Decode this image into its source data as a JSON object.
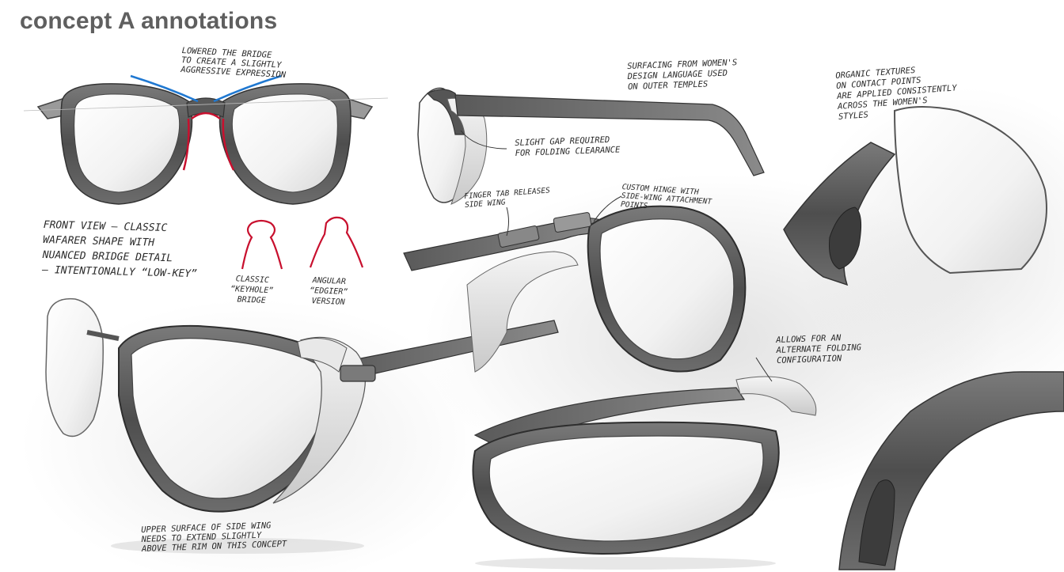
{
  "title": "concept A annotations",
  "annotations": {
    "lowered_bridge": [
      "Lowered the bridge",
      "to create a slightly",
      "aggressive expression"
    ],
    "front_view": [
      "Front view – classic",
      "wafarer shape with",
      "nuanced bridge detail",
      "– intentionally “low-key”"
    ],
    "classic_bridge": [
      "Classic",
      "“keyhole”",
      "bridge"
    ],
    "angular_version": [
      "Angular",
      "“edgier”",
      "version"
    ],
    "surfacing": [
      "Surfacing from women's",
      "design language used",
      "on outer temples"
    ],
    "organic_textures": [
      "Organic textures",
      "on contact points",
      "are applied consistently",
      "across the women's",
      "styles"
    ],
    "slight_gap": [
      "Slight gap required",
      "for folding clearance"
    ],
    "finger_tab": [
      "Finger tab releases",
      "side wing"
    ],
    "custom_hinge": [
      "Custom hinge with",
      "side-wing attachment",
      "points"
    ],
    "allows_folding": [
      "Allows for an",
      "alternate folding",
      "configuration"
    ],
    "upper_surface": [
      "Upper surface of side wing",
      "needs to extend slightly",
      "above the rim on this concept"
    ]
  },
  "colors": {
    "frame": "#5a5a5a",
    "frame_dark": "#3c3c3c",
    "lens": "#eeeeee",
    "bridge_highlight_red": "#c8102e",
    "brow_highlight_blue": "#1f78d1",
    "ink": "#2a2a2a",
    "title": "#5f5f5f"
  }
}
